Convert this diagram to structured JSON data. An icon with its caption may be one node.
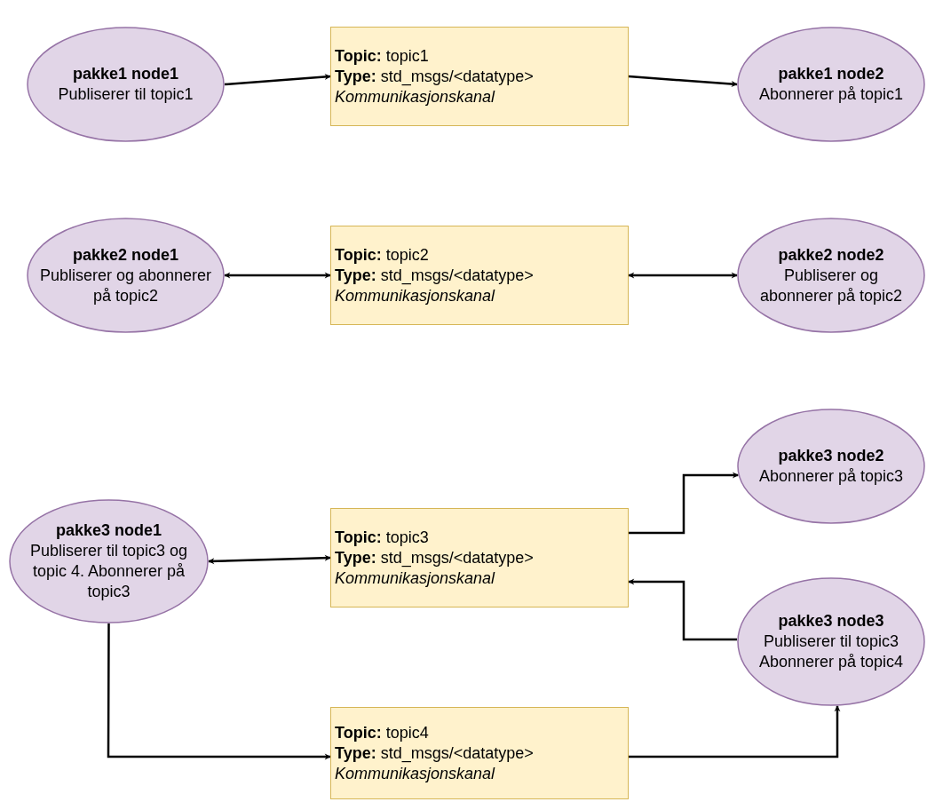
{
  "diagram": {
    "nodes": [
      {
        "text": [
          "pakke1 node1",
          "Publiserer til topic1"
        ]
      },
      {
        "text": [
          "**Topic:** topic1",
          "**Type:** std_msgs/<datatype>",
          "Kommunikasjonskanal"
        ]
      },
      {
        "text": [
          "pakke1 node2",
          "Abonnerer på topic1"
        ]
      },
      {
        "text": [
          "pakke2 node1",
          "Publiserer og abonnerer på topic2"
        ]
      },
      {
        "text": [
          "**Topic:** topic2",
          "**Type:** std_msgs/<datatype>",
          "Kommunikasjonskanal"
        ]
      },
      {
        "text": [
          "pakke2 node2",
          "Publiserer og abonnerer på topic2"
        ]
      },
      {
        "text": [
          "pakke3 node2",
          "Abonnerer på topic3"
        ]
      },
      {
        "text": [
          "pakke3 node1",
          "Publiserer til topic3 og topic 4. Abonnerer på topic3"
        ]
      },
      {
        "text": [
          "**Topic:** topic3",
          "**Type:** std_msgs/<datatype>",
          "Kommunikasjonskanal"
        ]
      },
      {
        "text": [
          "pakke3 node3",
          "Publiserer til topic3 Abonnerer på topic4"
        ]
      },
      {
        "text": [
          "**Topic:** topic4",
          "**Type:** std_msgs/<datatype>",
          "Kommunikasjonskanal"
        ]
      }
    ],
    "edges": [
      {
        "from": 0,
        "to": 1,
        "arrow": "to"
      },
      {
        "from": 1,
        "to": 2,
        "arrow": "to"
      },
      {
        "from": 3,
        "to": 4,
        "arrow": "both"
      },
      {
        "from": 4,
        "to": 5,
        "arrow": "both"
      },
      {
        "from": 7,
        "to": 8,
        "arrow": "both"
      },
      {
        "from": 8,
        "to": 6,
        "arrow": "to"
      },
      {
        "from": 9,
        "to": 8,
        "arrow": "to"
      },
      {
        "from": 7,
        "to": 10,
        "arrow": "to"
      },
      {
        "from": 10,
        "to": 9,
        "arrow": "to"
      }
    ]
  }
}
